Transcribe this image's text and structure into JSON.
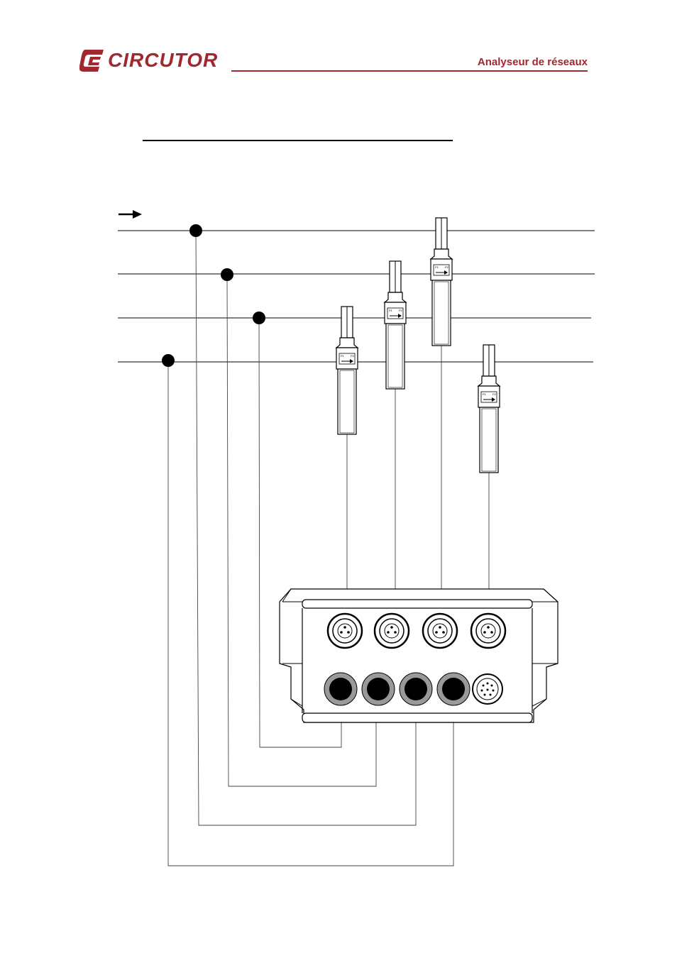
{
  "header": {
    "brand": "CIRCUTOR",
    "document_title": "Analyseur de réseaux",
    "accent_color": "#a0282e"
  },
  "diagram": {
    "description_icons": [
      "current-direction-arrow-icon",
      "current-clamp-icon",
      "clamp-arrow-p1-p2-icon"
    ],
    "clamp_label_p1": "P1",
    "clamp_label_p2": "P2"
  }
}
